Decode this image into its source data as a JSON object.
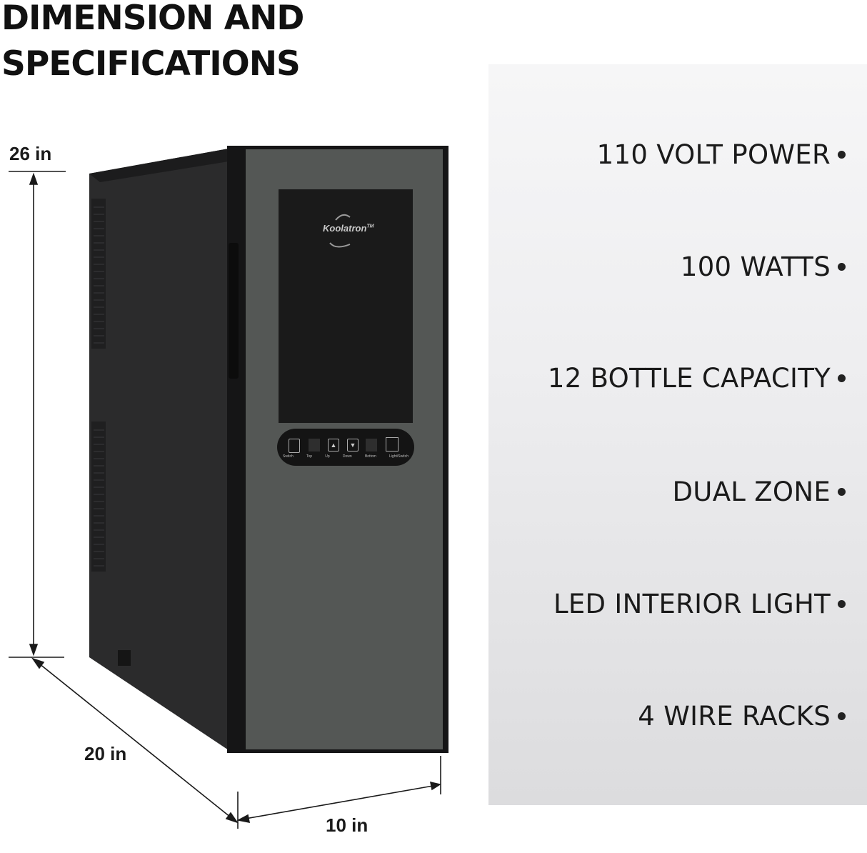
{
  "title": {
    "line1": "DIMENSION AND",
    "line2": "SPECIFICATIONS"
  },
  "dimensions": {
    "height": "26 in",
    "depth": "20 in",
    "width": "10 in"
  },
  "specs": [
    "110 VOLT POWER",
    "100 WATTS",
    "12 BOTTLE CAPACITY",
    "DUAL ZONE",
    "LED INTERIOR LIGHT",
    "4 WIRE RACKS"
  ],
  "product": {
    "brand": "Koolatron",
    "trademark": "TM",
    "controls": [
      "Switch",
      "Top",
      "Up",
      "Down",
      "Bottom",
      "Light/Switch"
    ]
  },
  "colors": {
    "panel": "#eeeef0",
    "cabinet": "#2a2a2a",
    "door": "#545755",
    "text": "#1a1a1a"
  }
}
